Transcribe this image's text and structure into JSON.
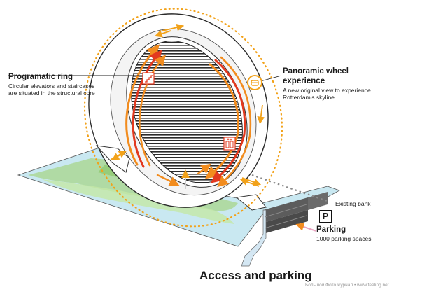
{
  "labels": {
    "ring": {
      "title": "Programatic ring",
      "lines": [
        "Circular elevators and staircases",
        "are situated in the structural core"
      ]
    },
    "wheel": {
      "title_lines": [
        "Panoramic wheel",
        "experience"
      ],
      "lines": [
        "A new original view to experience",
        "Rotterdam's skyline"
      ]
    },
    "bank": "Existing bank",
    "parking": {
      "badge": "P",
      "title": "Parking",
      "subtitle": "1000 parking spaces"
    },
    "main_title": "Access and parking",
    "credit": "Большой Фото журнал • www.feeling.net"
  },
  "colors": {
    "orange": "#f28c1e",
    "red": "#e2391f",
    "dotted": "#f2a21a",
    "water": "#bfe2ee",
    "green": "#9ed07b",
    "gray": "#7a7a7a"
  },
  "icons": [
    "stairs-icon",
    "elevator-icon",
    "wheel-car-icon",
    "parking-icon"
  ]
}
